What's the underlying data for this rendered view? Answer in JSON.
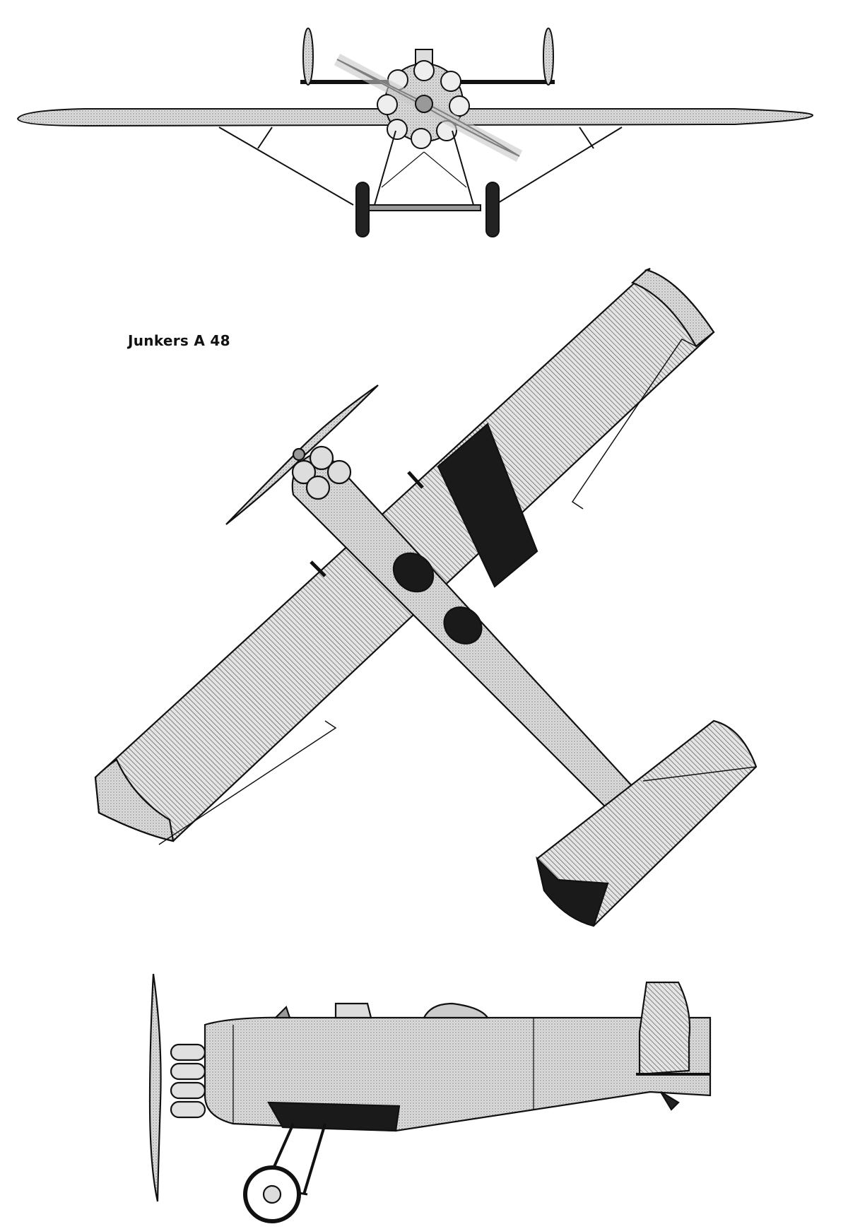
{
  "title": "Junkers A 48",
  "views": [
    "front-view",
    "top-view",
    "side-view"
  ],
  "colors": {
    "line": "#111111",
    "stipple": "#b8b8b8",
    "hatch": "#555555",
    "dark": "#1a1a1a",
    "background": "#ffffff"
  }
}
